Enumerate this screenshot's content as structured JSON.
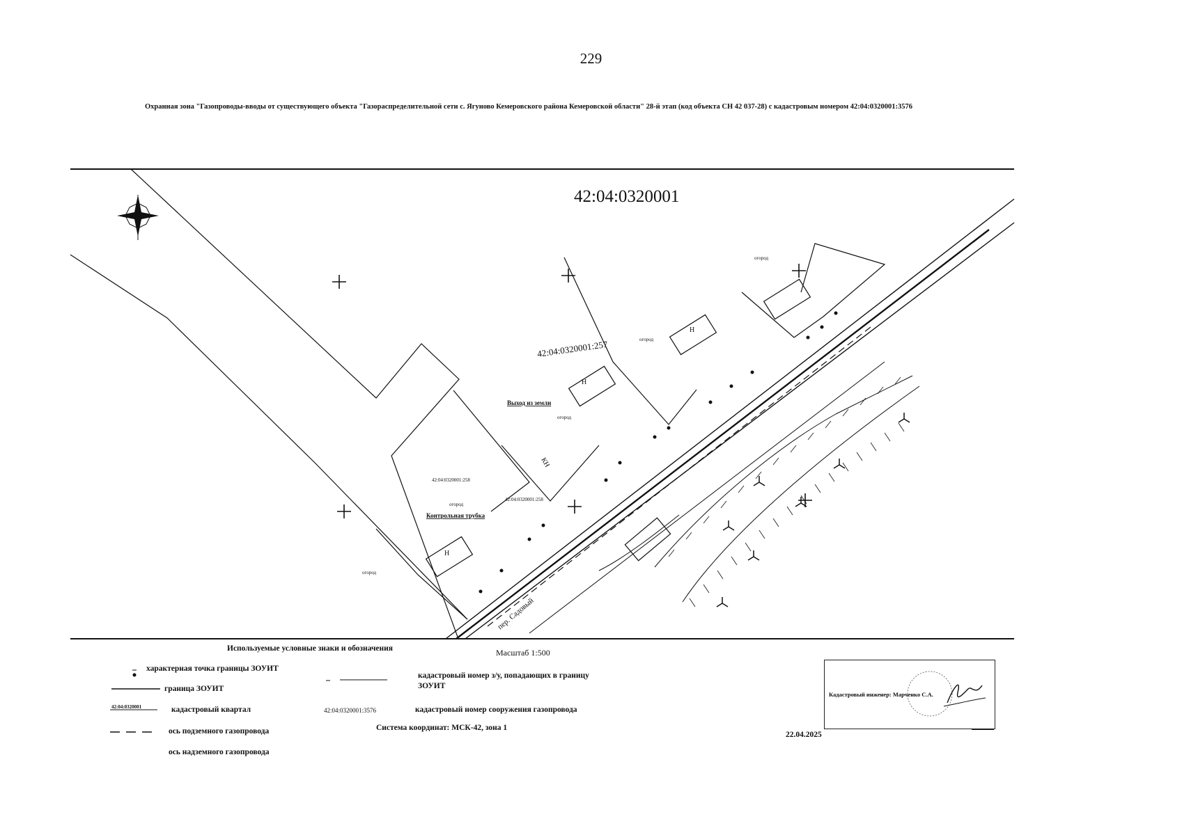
{
  "page_number": "229",
  "header": {
    "title": "Охранная зона \"Газопроводы-вводы от существующего объекта \"Газораспределительной сети с. Ягуново Кемеровского района Кемеровской области\" 28-й этап (код объекта СН 42 037-28) с кадастровым номером 42:04:0320001:3576"
  },
  "map": {
    "quarter_label": "42:04:0320001",
    "parcel_label_main": "42:04:0320001:257",
    "parcel_label_small_1": "42:04:0320001:258",
    "parcel_label_small_2": "42:04:0320001:258",
    "label_vyhod": "Выход из земли",
    "label_kontrol": "Контрольная трубка",
    "label_ogorod": "огород",
    "label_street": "пер. Садовый",
    "house_letter": "Н",
    "house_kn": "КН",
    "colors": {
      "line": "#111111",
      "background": "#ffffff"
    }
  },
  "legend": {
    "heading": "Используемые условные знаки и обозначения",
    "scale": "Масштаб 1:500",
    "items": [
      {
        "label": "характерная точка границы ЗОУИТ"
      },
      {
        "label": "граница ЗОУИТ"
      },
      {
        "sample": "42:04:0320001",
        "label": "кадастровый квартал"
      },
      {
        "label": "ось подземного газопровода"
      },
      {
        "label": "ось надземного газопровода"
      }
    ],
    "items_right": [
      {
        "label": "кадастровый номер з/у, попадающих в границу ЗОУИТ"
      },
      {
        "sample": "42:04:0320001:3576",
        "label": "кадастровый номер сооружения газопровода"
      }
    ],
    "coord_system": "Система координат: МСК-42, зона 1"
  },
  "stamp": {
    "text": "Кадастровый инженер: Марченко С.А."
  },
  "date": "22.04.2025"
}
